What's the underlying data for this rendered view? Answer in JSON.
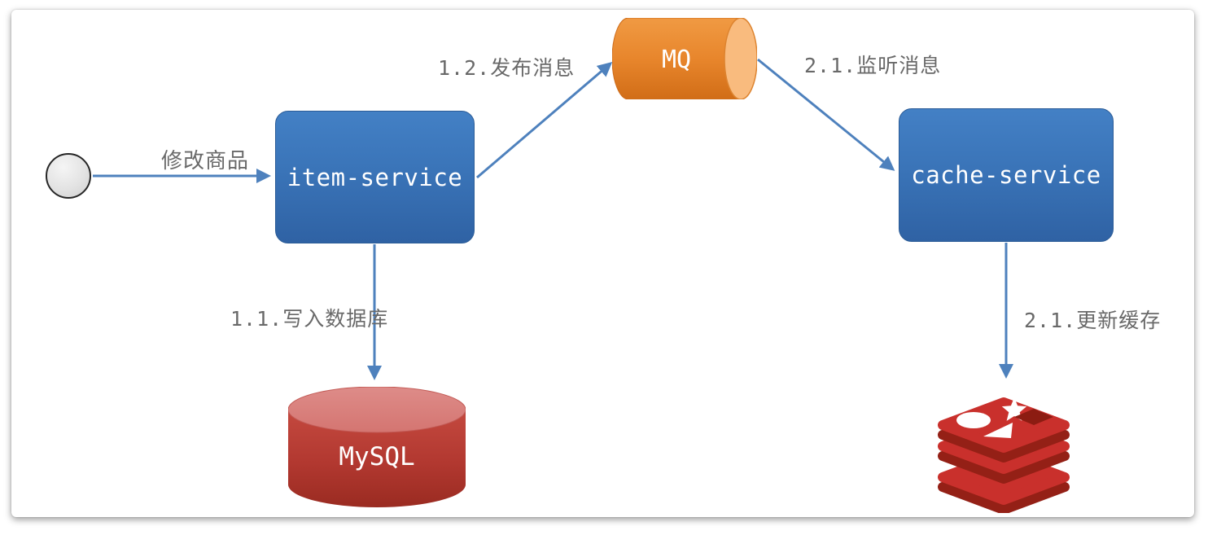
{
  "diagram": {
    "nodes": {
      "start": {
        "type": "start-circle"
      },
      "item_service": {
        "label": "item-service"
      },
      "mq": {
        "label": "MQ"
      },
      "cache_service": {
        "label": "cache-service"
      },
      "mysql": {
        "label": "MySQL"
      },
      "redis": {
        "icon": "redis-logo"
      }
    },
    "edges": {
      "modify_item": {
        "label": "修改商品",
        "from": "start",
        "to": "item_service"
      },
      "publish_message": {
        "label": "1.2.发布消息",
        "from": "item_service",
        "to": "mq"
      },
      "listen_message": {
        "label": "2.1.监听消息",
        "from": "mq",
        "to": "cache_service"
      },
      "write_database": {
        "label": "1.1.写入数据库",
        "from": "item_service",
        "to": "mysql"
      },
      "update_cache": {
        "label": "2.1.更新缓存",
        "from": "cache_service",
        "to": "redis"
      }
    },
    "colors": {
      "arrow": "#4e81bd",
      "service_box": "#3a74b8",
      "mq_orange": "#e8862c",
      "mysql_red": "#b23830",
      "redis_red": "#c9302c",
      "label_gray": "#696969"
    }
  }
}
